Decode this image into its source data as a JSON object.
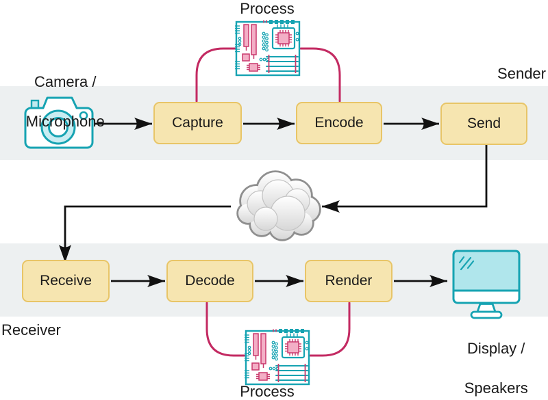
{
  "labels": {
    "process_top": "Process",
    "process_bottom": "Process",
    "sender": "Sender",
    "receiver": "Receiver",
    "camera_line1": "Camera /",
    "camera_line2": "Microphone",
    "display_line1": "Display /",
    "display_line2": "Speakers"
  },
  "nodes": {
    "capture": "Capture",
    "encode": "Encode",
    "send": "Send",
    "receive": "Receive",
    "decode": "Decode",
    "render": "Render"
  },
  "icons": {
    "source": "camera-icon",
    "processing_top": "circuit-board-icon",
    "network": "cloud-icon",
    "processing_bottom": "circuit-board-icon",
    "output": "monitor-icon"
  },
  "colors": {
    "teal": "#16a3b2",
    "pink": "#c32a62",
    "box_fill": "#f6e5b0",
    "box_border": "#e8c567",
    "band": "#edf0f1",
    "ink": "#1a1a1a",
    "cloud_gray": "#8f8f8f"
  }
}
